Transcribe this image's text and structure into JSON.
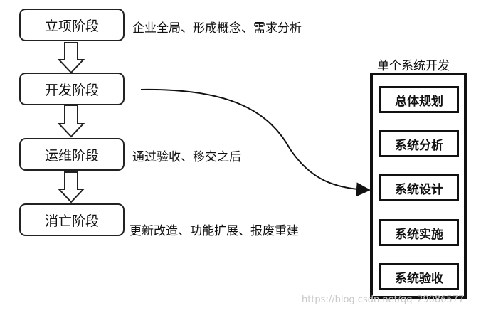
{
  "stages": [
    {
      "label": "立项阶段",
      "desc": "企业全局、形成概念、需求分析"
    },
    {
      "label": "开发阶段",
      "desc": ""
    },
    {
      "label": "运维阶段",
      "desc": "通过验收、移交之后"
    },
    {
      "label": "消亡阶段",
      "desc": "更新改造、功能扩展、报废重建"
    }
  ],
  "panel": {
    "title": "单个系统开发",
    "steps": [
      "总体规划",
      "系统分析",
      "系统设计",
      "系统实施",
      "系统验收"
    ]
  },
  "watermark": "https://blog.csdn.net/qq_29086577"
}
